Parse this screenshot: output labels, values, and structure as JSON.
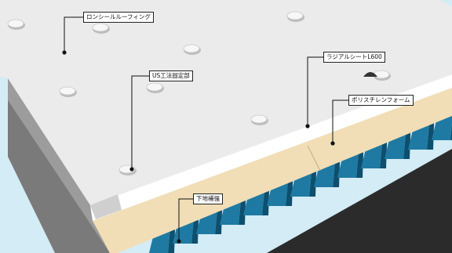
{
  "labels": {
    "roofing_sheet": "ロンシールルーフィング",
    "fastening": "US工法固定部",
    "rigid_sheet": "ラジアルシートL600",
    "insulation": "ポリスチレンフォーム",
    "reinforcement": "下地補強"
  },
  "colors": {
    "background": "#d3ecf6",
    "membrane": "#ebebeb",
    "membrane_edge": "#9c9c9c",
    "white_sheet": "#ffffff",
    "foam": "#f1deb6",
    "deck": "#1f7aa3",
    "deck_dark": "#0d4f6e",
    "deck_light": "#3a9cc6",
    "base": "#2b2b2b"
  }
}
